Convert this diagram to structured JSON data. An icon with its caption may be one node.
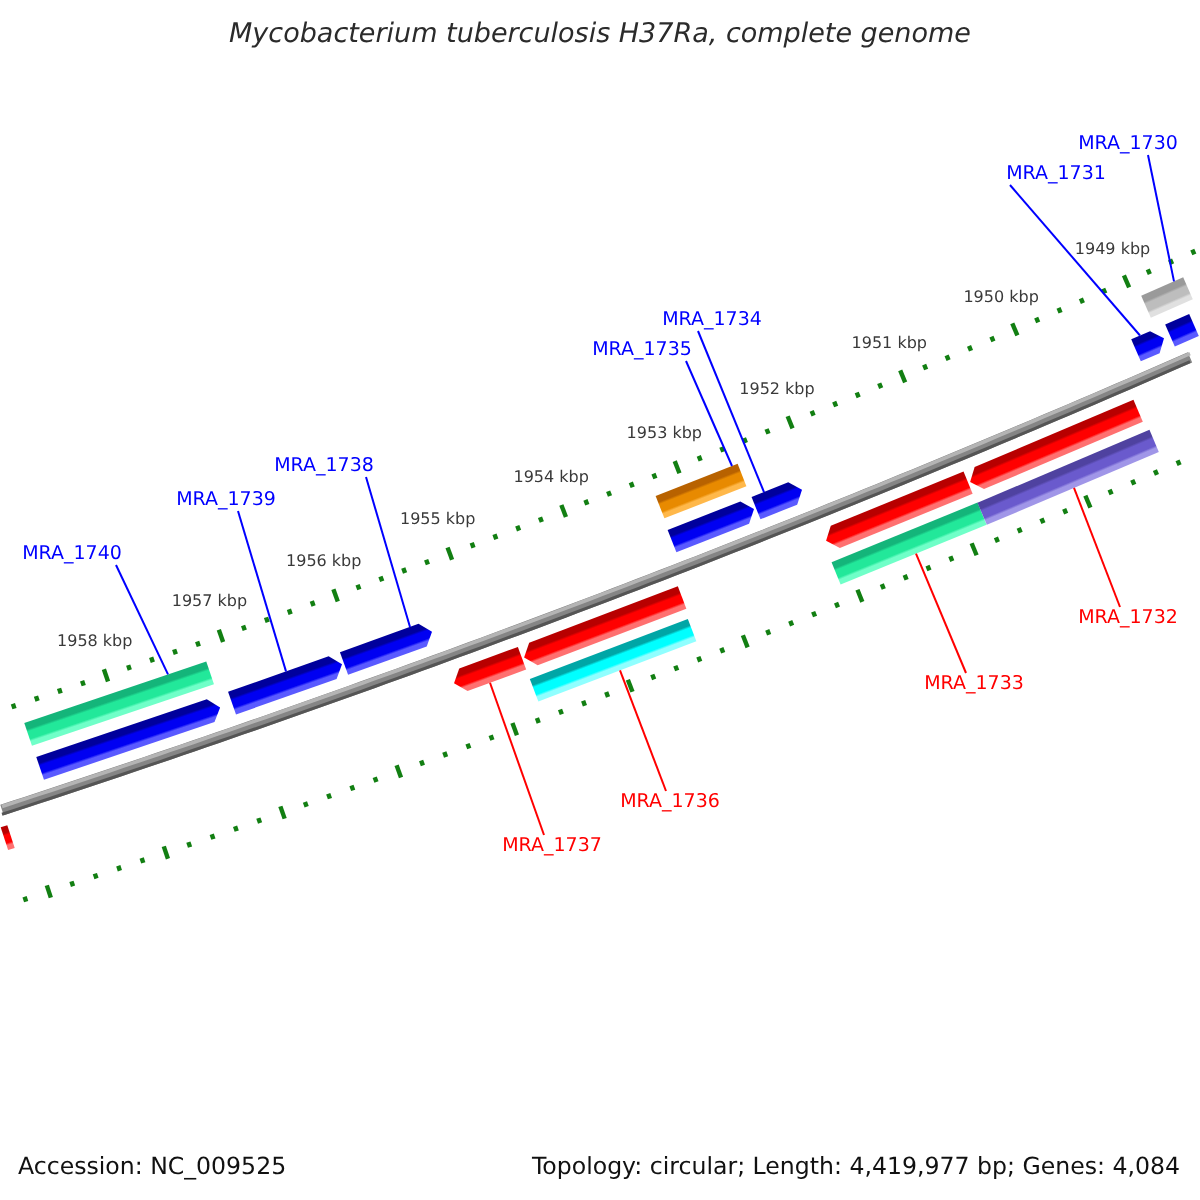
{
  "diagram": {
    "title": "Mycobacterium tuberculosis H37Ra, complete genome",
    "nodes": [
      {
        "text": [
          "MRA_1730"
        ]
      },
      {
        "text": [
          "MRA_1731"
        ]
      },
      {
        "text": [
          "MRA_1734"
        ]
      },
      {
        "text": [
          "MRA_1735"
        ]
      },
      {
        "text": [
          "MRA_1738"
        ]
      },
      {
        "text": [
          "MRA_1739"
        ]
      },
      {
        "text": [
          "MRA_1740"
        ]
      },
      {
        "text": [
          "MRA_1732"
        ]
      },
      {
        "text": [
          "MRA_1733"
        ]
      },
      {
        "text": [
          "MRA_1736"
        ]
      },
      {
        "text": [
          "MRA_1737"
        ]
      },
      {
        "text": [],
        "shape": "bar"
      },
      {
        "text": [],
        "shape": "bar"
      },
      {
        "text": [],
        "shape": "bar"
      },
      {
        "text": [],
        "shape": "bar"
      },
      {
        "text": [],
        "shape": "bar"
      },
      {
        "text": [],
        "shape": "bar"
      },
      {
        "text": [],
        "shape": "bar"
      },
      {
        "text": [],
        "shape": "bar"
      },
      {
        "text": [],
        "shape": "bar"
      },
      {
        "text": [],
        "shape": "bar"
      },
      {
        "text": [],
        "shape": "bar"
      },
      {
        "text": [],
        "shape": "bar"
      },
      {
        "text": [],
        "shape": "bar"
      },
      {
        "text": [],
        "shape": "bar"
      },
      {
        "text": [],
        "shape": "bar"
      },
      {
        "text": [],
        "shape": "bar"
      },
      {
        "text": [],
        "shape": "bar"
      },
      {
        "text": [],
        "shape": "bar"
      }
    ],
    "edges": [
      {
        "from": 0,
        "to": 27,
        "arrow": "none"
      },
      {
        "from": 1,
        "to": 26,
        "arrow": "none"
      },
      {
        "from": 2,
        "to": 21,
        "arrow": "none"
      },
      {
        "from": 3,
        "to": 19,
        "arrow": "none"
      },
      {
        "from": 4,
        "to": 15,
        "arrow": "none"
      },
      {
        "from": 5,
        "to": 14,
        "arrow": "none"
      },
      {
        "from": 6,
        "to": 12,
        "arrow": "none"
      },
      {
        "from": 7,
        "to": 25,
        "arrow": "none",
        "color": "#ff0000"
      },
      {
        "from": 8,
        "to": 23,
        "arrow": "none",
        "color": "#ff0000"
      },
      {
        "from": 9,
        "to": 18,
        "arrow": "none",
        "color": "#ff0000"
      },
      {
        "from": 10,
        "to": 16,
        "arrow": "none",
        "color": "#ff0000"
      }
    ],
    "labels": [
      "1958 kbp",
      "1957 kbp",
      "1956 kbp",
      "1955 kbp",
      "1954 kbp",
      "1953 kbp",
      "1952 kbp",
      "1951 kbp",
      "1950 kbp",
      "1949 kbp",
      "Accession: NC_009525",
      "Topology: circular; Length: 4,419,977 bp; Genes: 4,084"
    ]
  }
}
